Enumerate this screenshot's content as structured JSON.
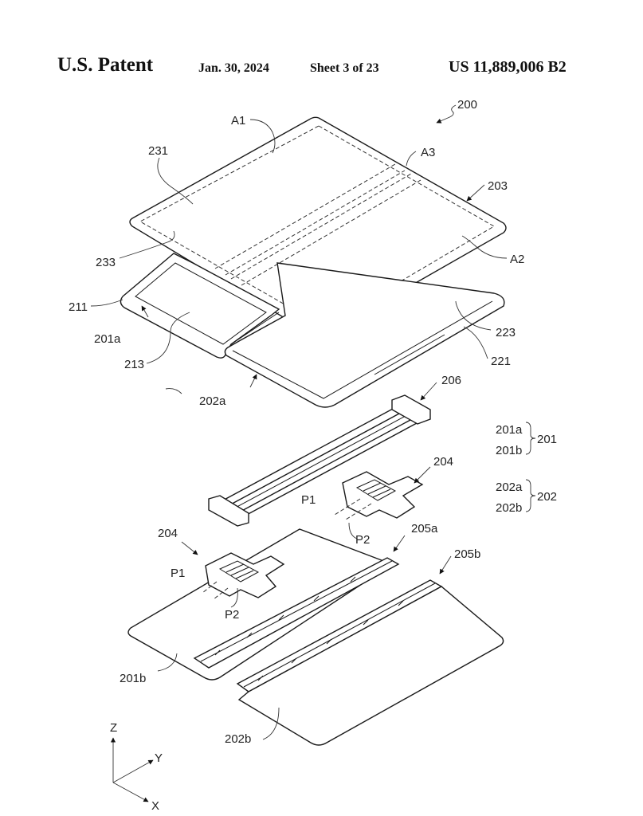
{
  "header": {
    "title": "U.S. Patent",
    "date": "Jan. 30, 2024",
    "sheet": "Sheet 3 of 23",
    "patent_number": "US 11,889,006 B2"
  },
  "labels": {
    "l200": "200",
    "l203": "203",
    "lA1": "A1",
    "lA2": "A2",
    "lA3": "A3",
    "l231": "231",
    "l233": "233",
    "l211": "211",
    "l201a": "201a",
    "l213": "213",
    "l223": "223",
    "l221": "221",
    "l202a": "202a",
    "l206": "206",
    "l204_right": "204",
    "lP1_right": "P1",
    "lP2_right": "P2",
    "l204_left": "204",
    "lP1_left": "P1",
    "lP2_left": "P2",
    "l205a": "205a",
    "l205b": "205b",
    "l201b": "201b",
    "l202b": "202b"
  },
  "legend": {
    "group1": {
      "items": [
        "201a",
        "201b"
      ],
      "ref": "201"
    },
    "group2": {
      "items": [
        "202a",
        "202b"
      ],
      "ref": "202"
    }
  },
  "axes": {
    "z": "Z",
    "y": "Y",
    "x": "X"
  }
}
